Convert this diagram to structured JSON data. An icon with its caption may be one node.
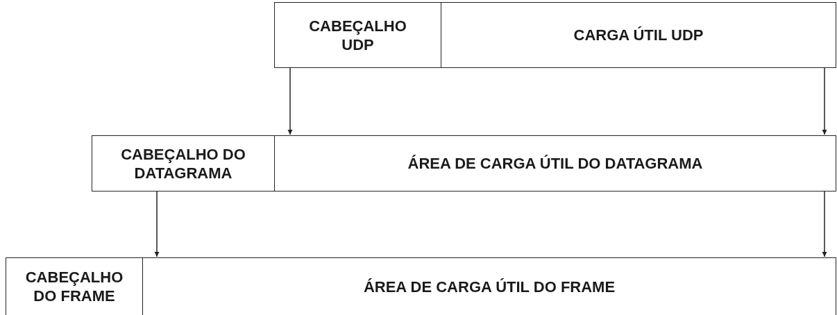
{
  "diagram": {
    "nodes": [
      {
        "text": [
          "CABEÇALHO UDP"
        ]
      },
      {
        "text": [
          "CARGA ÚTIL UDP"
        ]
      },
      {
        "text": [
          "CABEÇALHO DO DATAGRAMA"
        ]
      },
      {
        "text": [
          "ÁREA DE CARGA ÚTIL DO DATAGRAMA"
        ]
      },
      {
        "text": [
          "CABEÇALHO DO FRAME"
        ]
      },
      {
        "text": [
          "ÁREA DE CARGA ÚTIL DO FRAME"
        ]
      }
    ],
    "edges": [
      {
        "from": 0,
        "to": 3,
        "arrow": "to"
      },
      {
        "from": 1,
        "to": 3,
        "arrow": "to"
      },
      {
        "from": 2,
        "to": 5,
        "arrow": "to"
      },
      {
        "from": 3,
        "to": 5,
        "arrow": "to"
      }
    ]
  }
}
